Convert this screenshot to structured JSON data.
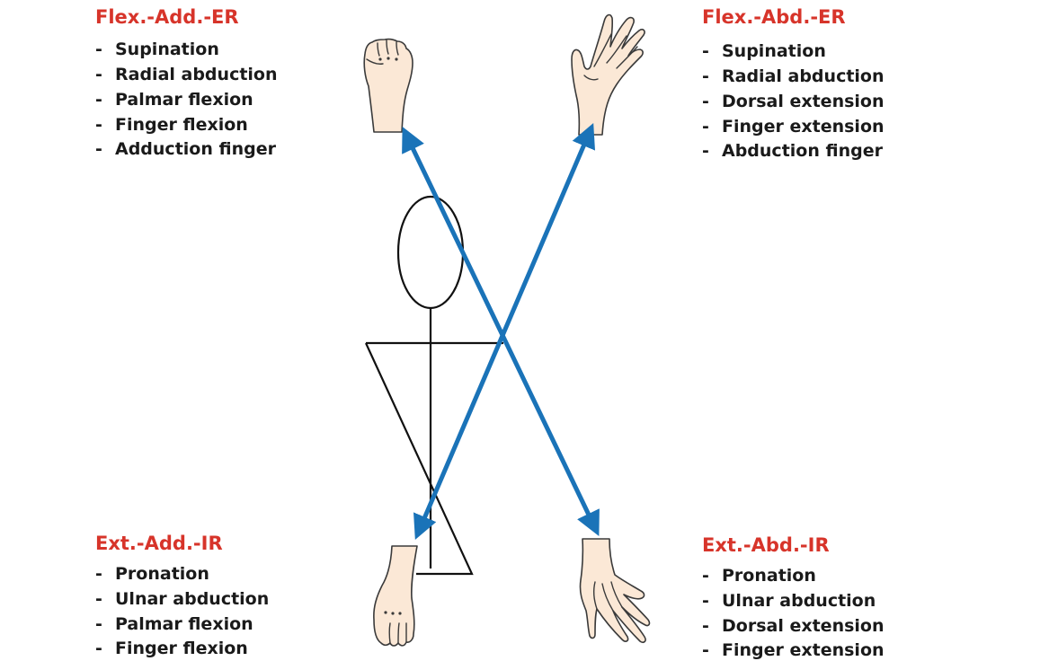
{
  "colors": {
    "title": "#d7342a",
    "text": "#1a1a1a",
    "arrow": "#1a73b8",
    "skin": "#fbe8d6",
    "figure": "#111111"
  },
  "icons": {
    "hand_top_left": "closed-fist-icon",
    "hand_top_right": "open-hand-icon",
    "hand_bottom_left": "hanging-hand-icon",
    "hand_bottom_right": "open-hand-down-icon",
    "body": "stick-figure-icon"
  },
  "patterns": {
    "flex_add_er": {
      "title": "Flex.-Add.-ER",
      "items": [
        "Supination",
        "Radial abduction",
        "Palmar flexion",
        "Finger flexion",
        "Adduction finger"
      ]
    },
    "flex_abd_er": {
      "title": "Flex.-Abd.-ER",
      "items": [
        "Supination",
        "Radial abduction",
        "Dorsal extension",
        "Finger extension",
        "Abduction finger"
      ]
    },
    "ext_add_ir": {
      "title": "Ext.-Add.-IR",
      "items": [
        "Pronation",
        "Ulnar abduction",
        "Palmar flexion",
        "Finger flexion"
      ]
    },
    "ext_abd_ir": {
      "title": "Ext.-Abd.-IR",
      "items": [
        "Pronation",
        "Ulnar abduction",
        "Dorsal extension",
        "Finger extension"
      ]
    }
  }
}
